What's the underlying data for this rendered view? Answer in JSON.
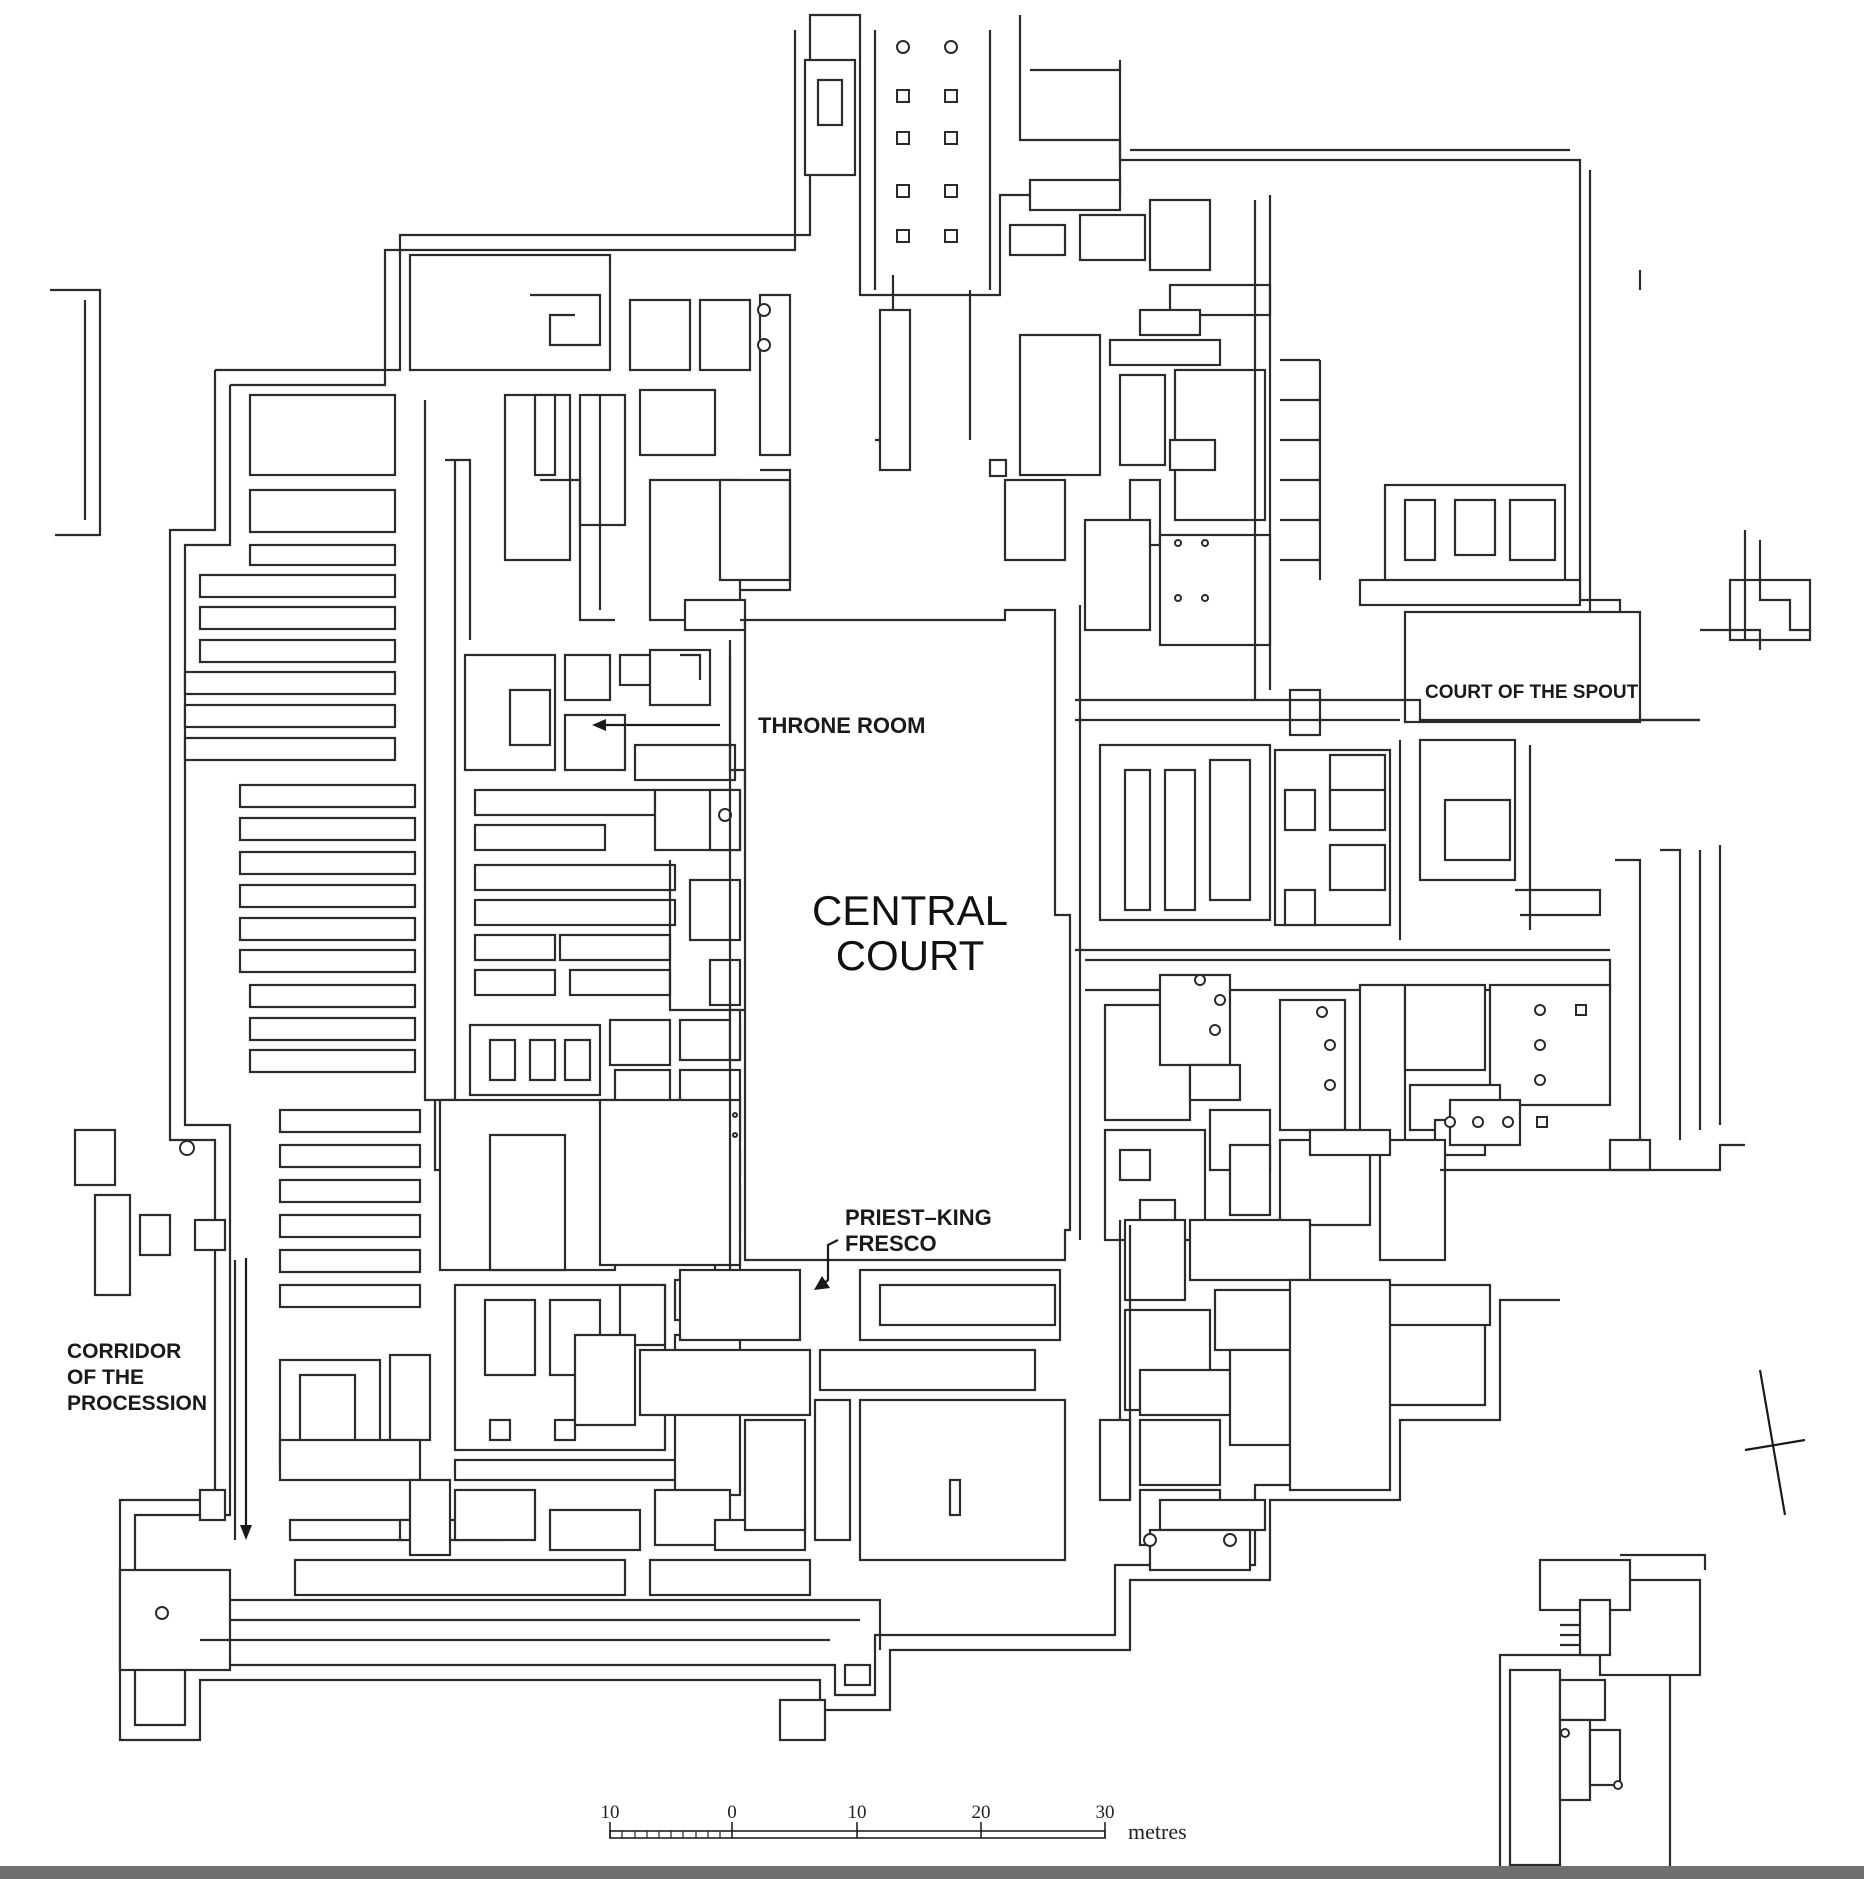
{
  "labels": {
    "throne_room": "THRONE ROOM",
    "court_of_the_spout": "COURT OF THE SPOUT",
    "central_court_line1": "CENTRAL",
    "central_court_line2": "COURT",
    "priest_king_line1": "PRIEST–KING",
    "priest_king_line2": "FRESCO",
    "corridor_line1": "CORRIDOR",
    "corridor_line2": "OF  THE",
    "corridor_line3": "PROCESSION"
  },
  "scale_bar": {
    "ticks": [
      "10",
      "0",
      "10",
      "20",
      "30"
    ],
    "unit": "metres"
  },
  "north_marker_icon": "north-cross-icon"
}
